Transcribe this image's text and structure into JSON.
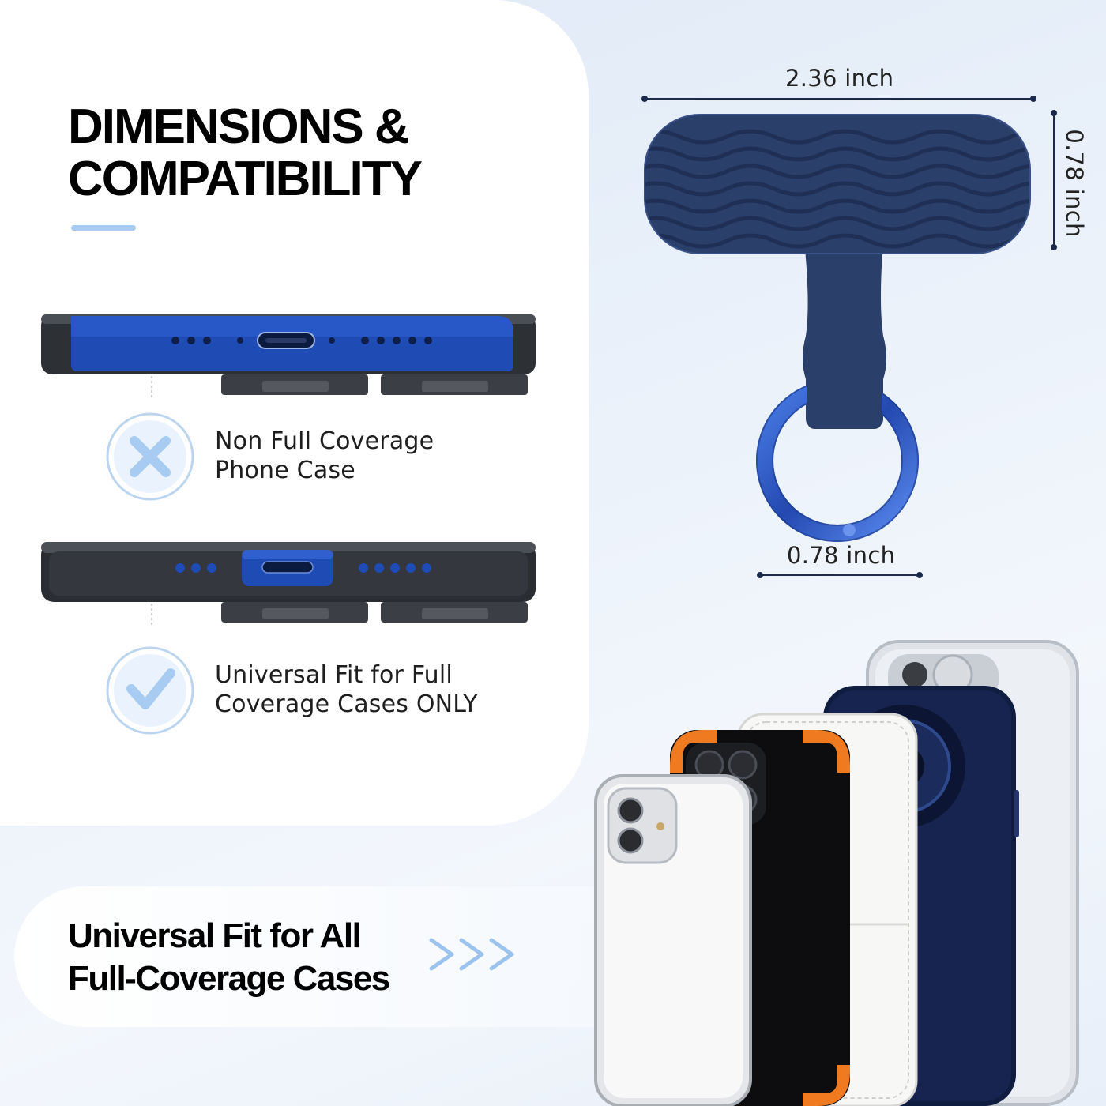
{
  "header": {
    "title_line1": "DIMENSIONS &",
    "title_line2": "COMPATIBILITY"
  },
  "compatibility": [
    {
      "icon": "cross-icon",
      "line1": "Non Full Coverage",
      "line2": "Phone Case"
    },
    {
      "icon": "check-icon",
      "line1": "Universal Fit for Full",
      "line2": "Coverage Cases ONLY"
    }
  ],
  "dimensions": {
    "width": "2.36 inch",
    "height": "0.78 inch",
    "ring": "0.78 inch"
  },
  "banner": {
    "line1": "Universal Fit for All",
    "line2": "Full-Coverage Cases",
    "arrows": "chevron-right-icons"
  },
  "colors": {
    "accent_light_blue": "#a8cbf1",
    "tether_navy": "#2b3f6b",
    "ring_blue": "#2f5fc8",
    "phone_blue": "#1f4bb5"
  }
}
